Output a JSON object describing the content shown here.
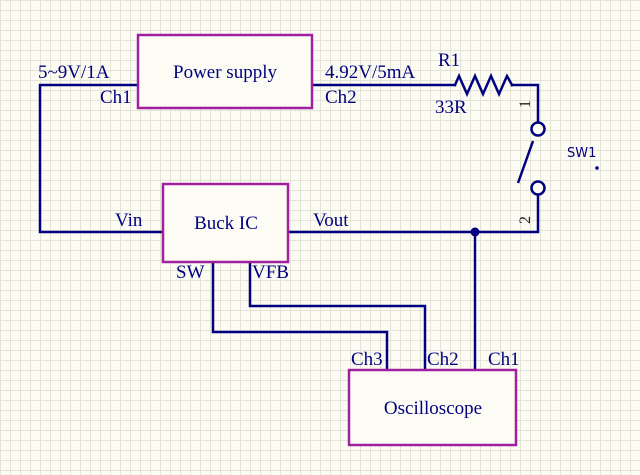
{
  "components": {
    "power_supply": {
      "label": "Power supply",
      "ch_left": "Ch1",
      "ch_right": "Ch2",
      "input_rating": "5~9V/1A",
      "output_rating": "4.92V/5mA"
    },
    "resistor": {
      "designator": "R1",
      "value": "33R"
    },
    "switch": {
      "designator": "SW1",
      "pin1": "1",
      "pin2": "2"
    },
    "buck_ic": {
      "label": "Buck IC",
      "pin_vin": "Vin",
      "pin_vout": "Vout",
      "pin_sw": "SW",
      "pin_vfb": "VFB"
    },
    "oscilloscope": {
      "label": "Oscilloscope",
      "ch3": "Ch3",
      "ch2": "Ch2",
      "ch1": "Ch1"
    }
  },
  "colors": {
    "wire": "#000080",
    "component_border": "#a0209f",
    "background": "#fcfcf4",
    "grid": "#e4e4d6"
  }
}
